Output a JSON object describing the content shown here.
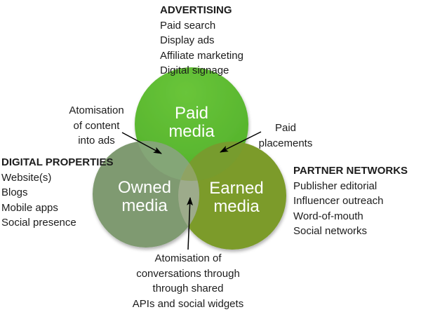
{
  "colors": {
    "background": "#ffffff",
    "text": "#1c1c1c",
    "circle_label_text": "#ffffff",
    "arrow": "#000000",
    "paid_light": "#69c53a",
    "paid_dark": "#52b02a",
    "owned": "#7f9a71",
    "earned": "#7b9b2c",
    "overlap_paid_owned": "#84a677",
    "overlap_paid_earned": "#779c2e",
    "overlap_owned_earned": "#9dab8b",
    "overlap_center": "#8fa363"
  },
  "lists": {
    "advertising": {
      "title": "ADVERTISING",
      "items": [
        "Paid search",
        "Display ads",
        "Affiliate marketing",
        "Digital signage"
      ]
    },
    "digital_properties": {
      "title": "DIGITAL PROPERTIES",
      "items": [
        "Website(s)",
        "Blogs",
        "Mobile apps",
        "Social presence"
      ]
    },
    "partner_networks": {
      "title": "PARTNER NETWORKS",
      "items": [
        "Publisher editorial",
        "Influencer outreach",
        "Word-of-mouth",
        "Social networks"
      ]
    }
  },
  "circles": {
    "paid": {
      "line1": "Paid",
      "line2": "media"
    },
    "owned": {
      "line1": "Owned",
      "line2": "media"
    },
    "earned": {
      "line1": "Earned",
      "line2": "media"
    }
  },
  "annotations": {
    "content_into_ads": {
      "lines": [
        "Atomisation",
        "of content",
        "into ads"
      ]
    },
    "paid_placements": {
      "lines": [
        "Paid",
        "placements"
      ]
    },
    "conversations": {
      "lines": [
        "Atomisation of",
        "conversations through",
        "through shared",
        "APIs and social widgets"
      ]
    }
  }
}
